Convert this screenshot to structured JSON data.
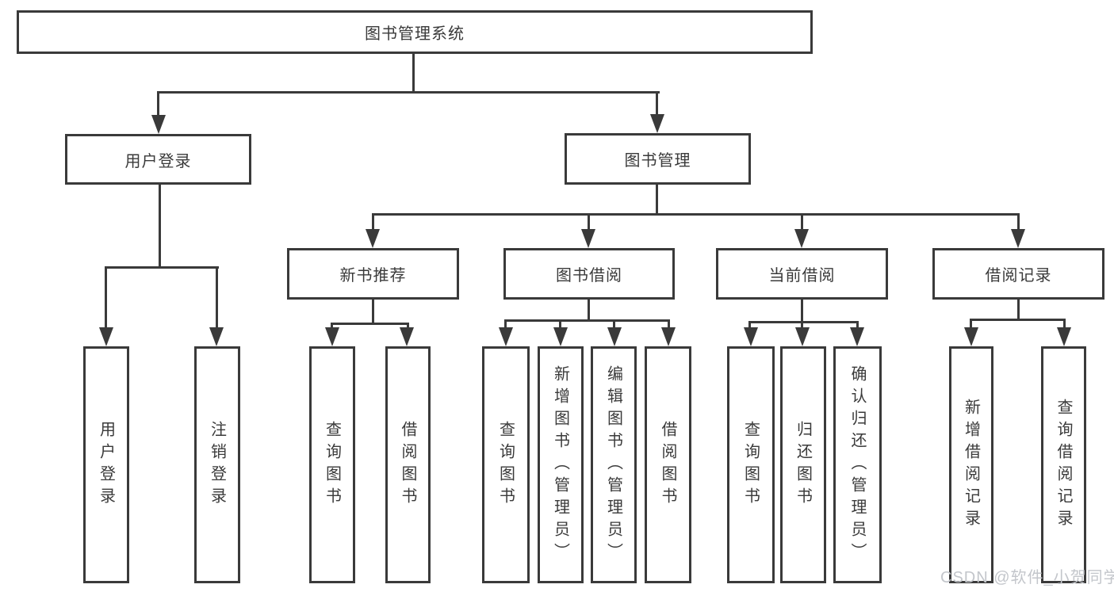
{
  "diagram": {
    "root": {
      "label": "图书管理系统"
    },
    "branches": [
      {
        "label": "用户登录",
        "children": [
          {
            "label": "用户登录"
          },
          {
            "label": "注销登录"
          }
        ]
      },
      {
        "label": "图书管理",
        "children": [
          {
            "label": "新书推荐",
            "children": [
              {
                "label": "查询图书"
              },
              {
                "label": "借阅图书"
              }
            ]
          },
          {
            "label": "图书借阅",
            "children": [
              {
                "label": "查询图书"
              },
              {
                "label": "新增图书（管理员）"
              },
              {
                "label": "编辑图书（管理员）"
              },
              {
                "label": "借阅图书"
              }
            ]
          },
          {
            "label": "当前借阅",
            "children": [
              {
                "label": "查询图书"
              },
              {
                "label": "归还图书"
              },
              {
                "label": "确认归还（管理员）"
              }
            ]
          },
          {
            "label": "借阅记录",
            "children": [
              {
                "label": "新增借阅记录"
              },
              {
                "label": "查询借阅记录"
              }
            ]
          }
        ]
      }
    ],
    "watermark": {
      "text": "CSDN @软件_小贺同学"
    },
    "colors": {
      "line": "#3a3a3a",
      "text": "#3a3a3a",
      "watermark": "#c3c6cb",
      "background": "#ffffff"
    }
  }
}
